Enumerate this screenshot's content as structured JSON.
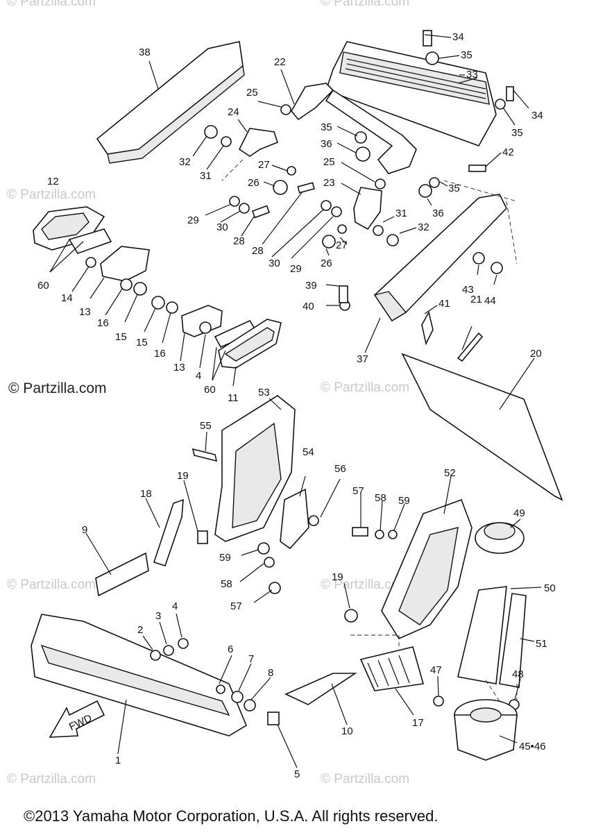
{
  "watermarks": {
    "top_left": "© Partzilla.com",
    "top_right": "© Partzilla.com",
    "mid_left": "© Partzilla.com",
    "main": "© Partzilla.com",
    "mid_right": "© Partzilla.com",
    "low_left": "© Partzilla.com",
    "low_right": "© Partzilla.com",
    "bottom_left": "© Partzilla.com",
    "bottom_right": "© Partzilla.com"
  },
  "copyright": "©2013 Yamaha Motor Corporation, U.S.A. All rights reserved.",
  "fwd_label": "FWD",
  "callouts": [
    {
      "id": "c38",
      "text": "38"
    },
    {
      "id": "c22",
      "text": "22"
    },
    {
      "id": "c34a",
      "text": "34"
    },
    {
      "id": "c35a",
      "text": "35"
    },
    {
      "id": "c33",
      "text": "33"
    },
    {
      "id": "c34b",
      "text": "34"
    },
    {
      "id": "c35b",
      "text": "35"
    },
    {
      "id": "c25a",
      "text": "25"
    },
    {
      "id": "c24",
      "text": "24"
    },
    {
      "id": "c35c",
      "text": "35"
    },
    {
      "id": "c36a",
      "text": "36"
    },
    {
      "id": "c32a",
      "text": "32"
    },
    {
      "id": "c31a",
      "text": "31"
    },
    {
      "id": "c27a",
      "text": "27"
    },
    {
      "id": "c25b",
      "text": "25"
    },
    {
      "id": "c42",
      "text": "42"
    },
    {
      "id": "c26a",
      "text": "26"
    },
    {
      "id": "c23",
      "text": "23"
    },
    {
      "id": "c35d",
      "text": "35"
    },
    {
      "id": "c36b",
      "text": "36"
    },
    {
      "id": "c12",
      "text": "12"
    },
    {
      "id": "c29a",
      "text": "29"
    },
    {
      "id": "c30a",
      "text": "30"
    },
    {
      "id": "c28a",
      "text": "28"
    },
    {
      "id": "c28b",
      "text": "28"
    },
    {
      "id": "c30b",
      "text": "30"
    },
    {
      "id": "c29b",
      "text": "29"
    },
    {
      "id": "c31b",
      "text": "31"
    },
    {
      "id": "c32b",
      "text": "32"
    },
    {
      "id": "c27b",
      "text": "27"
    },
    {
      "id": "c26b",
      "text": "26"
    },
    {
      "id": "c60a",
      "text": "60"
    },
    {
      "id": "c14",
      "text": "14"
    },
    {
      "id": "c13a",
      "text": "13"
    },
    {
      "id": "c16a",
      "text": "16"
    },
    {
      "id": "c15a",
      "text": "15"
    },
    {
      "id": "c15b",
      "text": "15"
    },
    {
      "id": "c16b",
      "text": "16"
    },
    {
      "id": "c39",
      "text": "39"
    },
    {
      "id": "c40",
      "text": "40"
    },
    {
      "id": "c43",
      "text": "43"
    },
    {
      "id": "c44",
      "text": "44"
    },
    {
      "id": "c41",
      "text": "41"
    },
    {
      "id": "c21",
      "text": "21"
    },
    {
      "id": "c13b",
      "text": "13"
    },
    {
      "id": "c4a",
      "text": "4"
    },
    {
      "id": "c60b",
      "text": "60"
    },
    {
      "id": "c11",
      "text": "11"
    },
    {
      "id": "c37",
      "text": "37"
    },
    {
      "id": "c20",
      "text": "20"
    },
    {
      "id": "c53",
      "text": "53"
    },
    {
      "id": "c55",
      "text": "55"
    },
    {
      "id": "c54",
      "text": "54"
    },
    {
      "id": "c56",
      "text": "56"
    },
    {
      "id": "c57a",
      "text": "57"
    },
    {
      "id": "c58a",
      "text": "58"
    },
    {
      "id": "c59a",
      "text": "59"
    },
    {
      "id": "c52",
      "text": "52"
    },
    {
      "id": "c19a",
      "text": "19"
    },
    {
      "id": "c18",
      "text": "18"
    },
    {
      "id": "c49",
      "text": "49"
    },
    {
      "id": "c9",
      "text": "9"
    },
    {
      "id": "c59b",
      "text": "59"
    },
    {
      "id": "c58b",
      "text": "58"
    },
    {
      "id": "c57b",
      "text": "57"
    },
    {
      "id": "c19b",
      "text": "19"
    },
    {
      "id": "c50",
      "text": "50"
    },
    {
      "id": "c51",
      "text": "51"
    },
    {
      "id": "c4b",
      "text": "4"
    },
    {
      "id": "c3",
      "text": "3"
    },
    {
      "id": "c2",
      "text": "2"
    },
    {
      "id": "c6",
      "text": "6"
    },
    {
      "id": "c7",
      "text": "7"
    },
    {
      "id": "c8",
      "text": "8"
    },
    {
      "id": "c47",
      "text": "47"
    },
    {
      "id": "c48",
      "text": "48"
    },
    {
      "id": "c17",
      "text": "17"
    },
    {
      "id": "c10",
      "text": "10"
    },
    {
      "id": "c1",
      "text": "1"
    },
    {
      "id": "c5",
      "text": "5"
    },
    {
      "id": "c4546",
      "text": "45•46"
    }
  ]
}
